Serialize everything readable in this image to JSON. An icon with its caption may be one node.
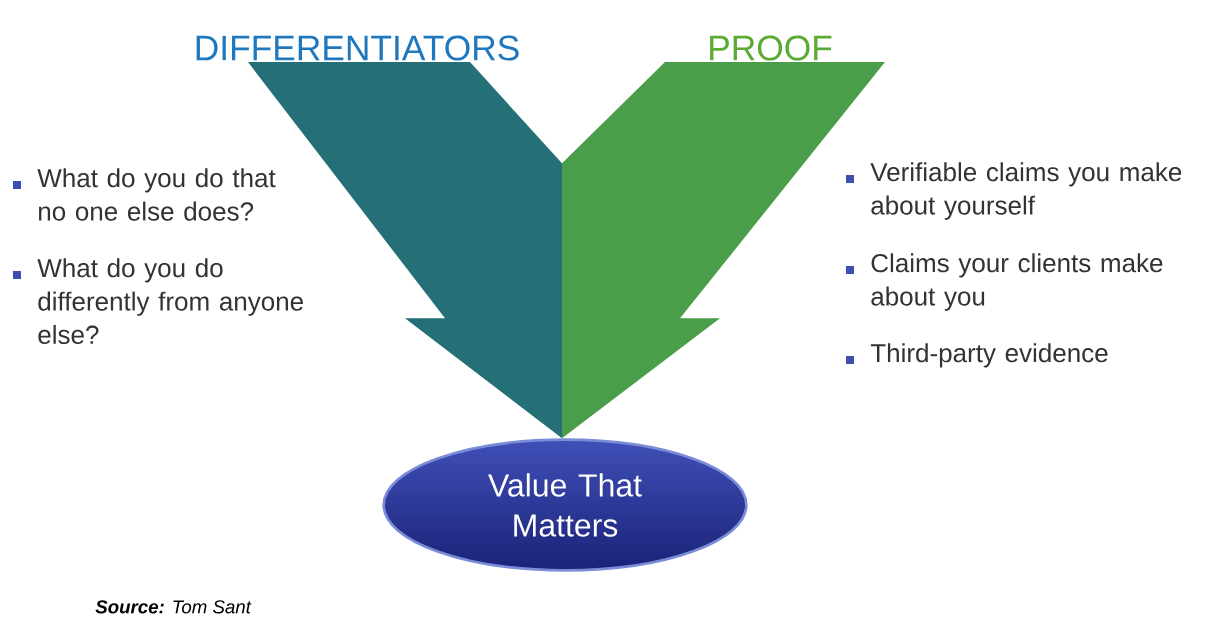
{
  "diagram": {
    "nodes": [
      {
        "text": [
          "DIFFERENTIATORS"
        ]
      },
      {
        "text": [
          "PROOF"
        ]
      },
      {
        "text": [
          "Value That Matters"
        ]
      }
    ],
    "edges": [
      {
        "from": 0,
        "to": 2,
        "arrow": "to"
      },
      {
        "from": 1,
        "to": 2,
        "arrow": "to"
      }
    ],
    "labels": [
      "What do you do that no one else does?",
      "What do you do differently from anyone else?",
      "Verifiable claims you make about yourself",
      "Claims your clients make about you",
      "Third-party evidence",
      "**Source:** Tom Sant"
    ]
  }
}
